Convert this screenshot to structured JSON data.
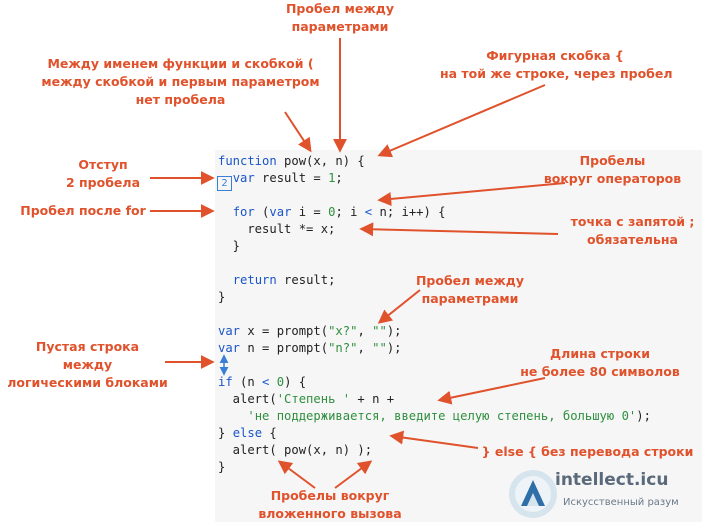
{
  "notes": {
    "space_between_params_top": [
      "Пробел между",
      "параметрами"
    ],
    "func_name_paren": [
      "Между именем функции и скобкой (",
      "между скобкой и первым параметром",
      "нет пробела"
    ],
    "brace_same_line": [
      "Фигурная скобка {",
      "на той же строке, через пробел"
    ],
    "indent": [
      "Отступ",
      "2 пробела"
    ],
    "spaces_operators": [
      "Пробелы",
      "вокруг операторов"
    ],
    "space_after_for": [
      "Пробел после for"
    ],
    "semicolon": [
      "точка с запятой ;",
      "обязательна"
    ],
    "space_between_params_mid": [
      "Пробел между",
      "параметрами"
    ],
    "empty_line": [
      "Пустая строка",
      "между",
      "логическими блоками"
    ],
    "line_length": [
      "Длина строки",
      "не более 80 символов"
    ],
    "else_brace": [
      "} else { без перевода строки"
    ],
    "nested_call": [
      "Пробелы вокруг",
      "вложенного вызова"
    ]
  },
  "code": {
    "indent_marker": "2",
    "lines": [
      [
        {
          "t": "function",
          "c": "kw"
        },
        {
          "t": " pow(x, n) {",
          "c": ""
        }
      ],
      [
        {
          "t": "  ",
          "c": ""
        },
        {
          "t": "var",
          "c": "kw"
        },
        {
          "t": " result = ",
          "c": ""
        },
        {
          "t": "1",
          "c": "num"
        },
        {
          "t": ";",
          "c": ""
        }
      ],
      [
        {
          "t": "",
          "c": ""
        }
      ],
      [
        {
          "t": "  ",
          "c": ""
        },
        {
          "t": "for",
          "c": "kw"
        },
        {
          "t": " (",
          "c": ""
        },
        {
          "t": "var",
          "c": "kw"
        },
        {
          "t": " i = ",
          "c": ""
        },
        {
          "t": "0",
          "c": "num"
        },
        {
          "t": "; i ",
          "c": ""
        },
        {
          "t": "<",
          "c": "op"
        },
        {
          "t": " n; i++) {",
          "c": ""
        }
      ],
      [
        {
          "t": "    result *= x;",
          "c": ""
        }
      ],
      [
        {
          "t": "  }",
          "c": ""
        }
      ],
      [
        {
          "t": "",
          "c": ""
        }
      ],
      [
        {
          "t": "  ",
          "c": ""
        },
        {
          "t": "return",
          "c": "kw"
        },
        {
          "t": " result;",
          "c": ""
        }
      ],
      [
        {
          "t": "}",
          "c": ""
        }
      ],
      [
        {
          "t": "",
          "c": ""
        }
      ],
      [
        {
          "t": "var",
          "c": "kw"
        },
        {
          "t": " x = prompt(",
          "c": ""
        },
        {
          "t": "\"x?\"",
          "c": "str"
        },
        {
          "t": ", ",
          "c": ""
        },
        {
          "t": "\"\"",
          "c": "str"
        },
        {
          "t": ");",
          "c": ""
        }
      ],
      [
        {
          "t": "var",
          "c": "kw"
        },
        {
          "t": " n = prompt(",
          "c": ""
        },
        {
          "t": "\"n?\"",
          "c": "str"
        },
        {
          "t": ", ",
          "c": ""
        },
        {
          "t": "\"\"",
          "c": "str"
        },
        {
          "t": ");",
          "c": ""
        }
      ],
      [
        {
          "t": "",
          "c": ""
        }
      ],
      [
        {
          "t": "if",
          "c": "kw"
        },
        {
          "t": " (n ",
          "c": ""
        },
        {
          "t": "<",
          "c": "op"
        },
        {
          "t": " ",
          "c": ""
        },
        {
          "t": "0",
          "c": "num"
        },
        {
          "t": ") {",
          "c": ""
        }
      ],
      [
        {
          "t": "  alert(",
          "c": ""
        },
        {
          "t": "'Степень '",
          "c": "str"
        },
        {
          "t": " + n +",
          "c": ""
        }
      ],
      [
        {
          "t": "    ",
          "c": ""
        },
        {
          "t": "'не поддерживается, введите целую степень, большую 0'",
          "c": "str"
        },
        {
          "t": ");",
          "c": ""
        }
      ],
      [
        {
          "t": "} ",
          "c": ""
        },
        {
          "t": "else",
          "c": "kw"
        },
        {
          "t": " {",
          "c": ""
        }
      ],
      [
        {
          "t": "  alert( pow(x, n) );",
          "c": ""
        }
      ],
      [
        {
          "t": "}",
          "c": ""
        }
      ]
    ]
  },
  "logo": {
    "name": "intellect.icu",
    "tagline": "Искусственный разум"
  },
  "colors": {
    "annotation": "#e0522c",
    "keyword": "#1a55c8",
    "literal": "#2f8f3f",
    "marker": "#3a7fd5"
  }
}
